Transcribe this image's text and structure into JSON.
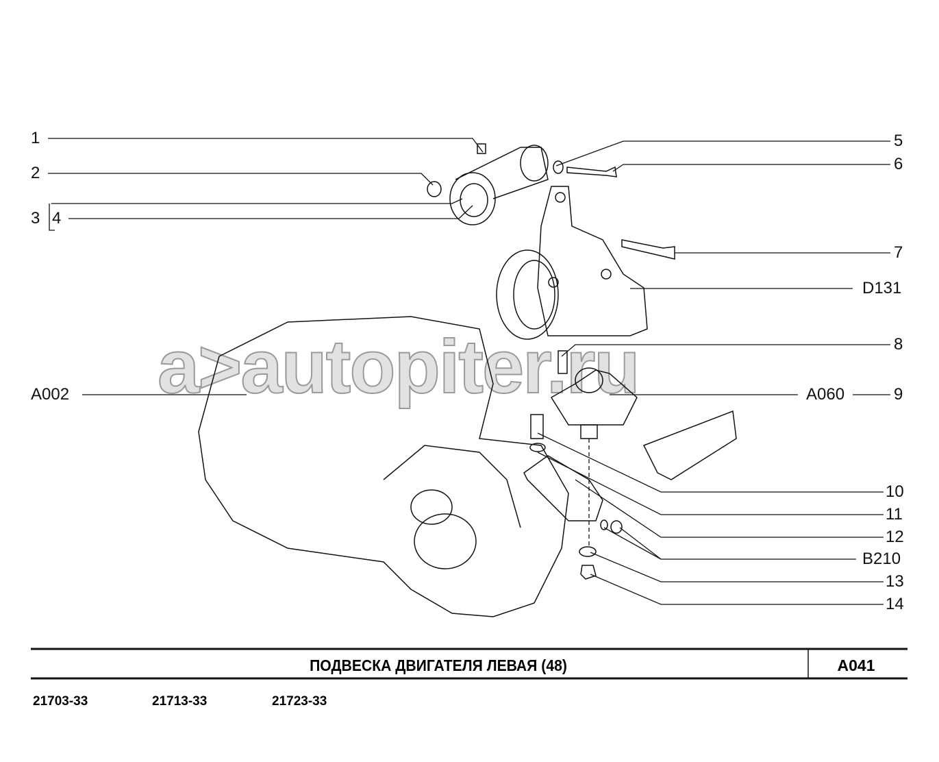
{
  "callouts": {
    "n1": "1",
    "n2": "2",
    "n3": "3",
    "n4": "4",
    "n5": "5",
    "n6": "6",
    "n7": "7",
    "d131": "D131",
    "n8": "8",
    "a060": "A060",
    "n9": "9",
    "a002": "A002",
    "n10": "10",
    "n11": "11",
    "n12": "12",
    "b210": "B210",
    "n13": "13",
    "n14": "14"
  },
  "watermark": "a>autopiter.ru",
  "footer": {
    "title": "ПОДВЕСКА   ДВИГАТЕЛЯ   ЛЕВАЯ (48)",
    "code": "A041",
    "models": [
      "21703-33",
      "21713-33",
      "21723-33"
    ]
  }
}
